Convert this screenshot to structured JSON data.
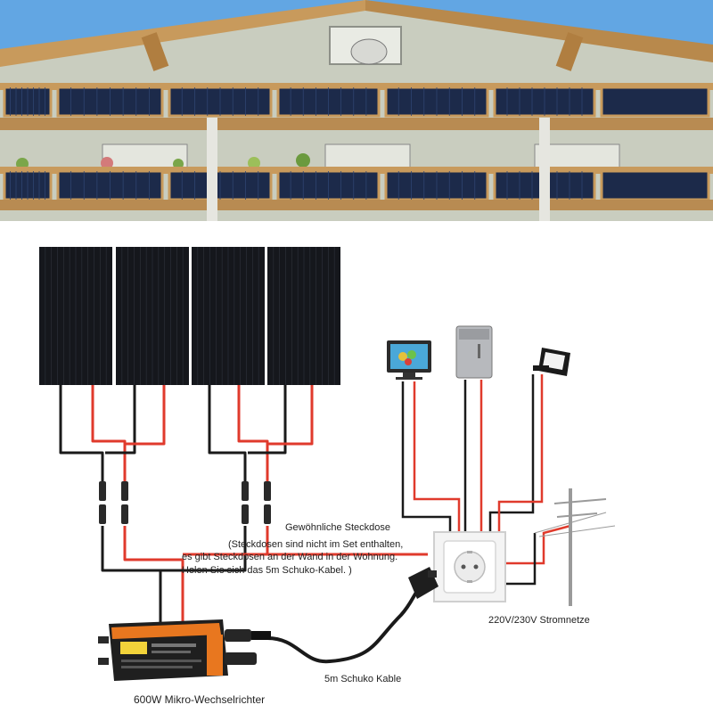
{
  "labels": {
    "socket_title": "Gewöhnliche Steckdose",
    "socket_note_1": "(Steckdosen sind nicht im Set enthalten,",
    "socket_note_2": "es gibt Steckdosen an der Wand in der Wohnung.",
    "socket_note_3": "Holen Sie sich das 5m Schuko-Kabel. )",
    "grid": "220V/230V Stromnetze",
    "cable": "5m Schuko Kable",
    "inverter": "600W Mikro-Wechselrichter"
  },
  "colors": {
    "sky": "#62a6e3",
    "wall": "#c9cdbf",
    "roof_wood": "#c89a5c",
    "panel": "#1c2a4a",
    "wire_red": "#e03a2c",
    "wire_black": "#1a1a1a",
    "inverter_orange": "#e8771f"
  },
  "icons": {
    "tv": "tv-icon",
    "fridge": "fridge-icon",
    "floodlight": "floodlight-icon",
    "socket": "power-socket-icon",
    "pole": "power-pole-icon",
    "inverter": "micro-inverter-icon"
  },
  "panel_count": 4
}
